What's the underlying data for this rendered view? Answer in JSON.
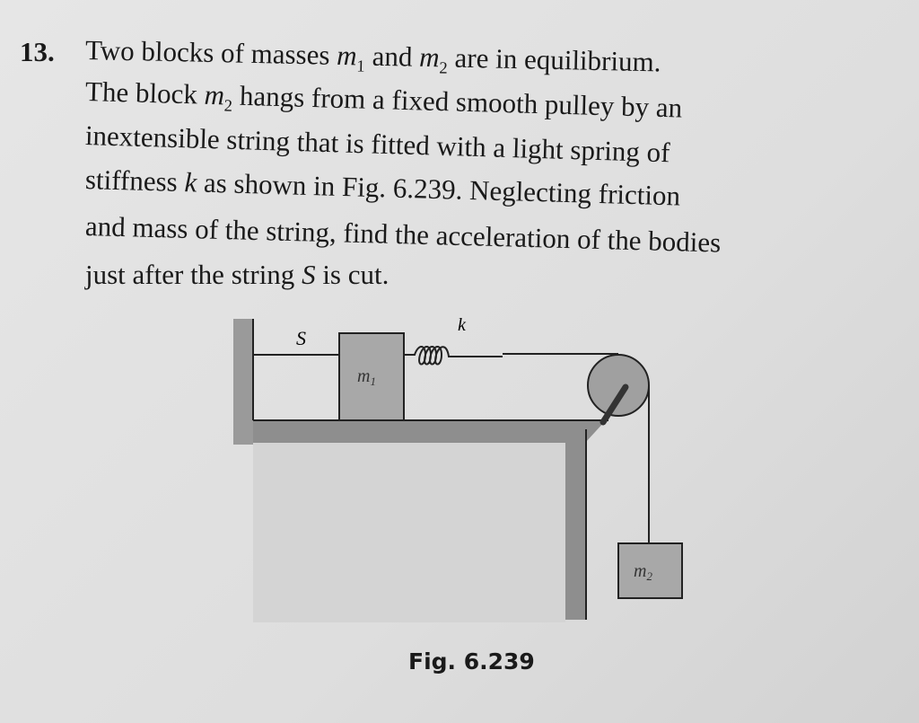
{
  "problem": {
    "number": "13.",
    "lines": [
      [
        "Two blocks of masses ",
        "m",
        "1",
        " and ",
        "m",
        "2",
        " are in equilibrium."
      ],
      [
        "The block ",
        "m",
        "2",
        " hangs from a fixed smooth pulley by an"
      ],
      [
        "inextensible string that is fitted with a light spring of"
      ],
      [
        "stiffness ",
        "k",
        " as shown in Fig. 6.239. Neglecting friction"
      ],
      [
        "and mass of the string, find the acceleration of the bodies"
      ],
      [
        "just after the string ",
        "S",
        " is cut."
      ]
    ]
  },
  "figure": {
    "label_s": "S",
    "label_k": "k",
    "label_m1": "m",
    "label_m1_sub": "1",
    "label_m2": "m",
    "label_m2_sub": "2",
    "caption": "Fig. 6.239"
  }
}
